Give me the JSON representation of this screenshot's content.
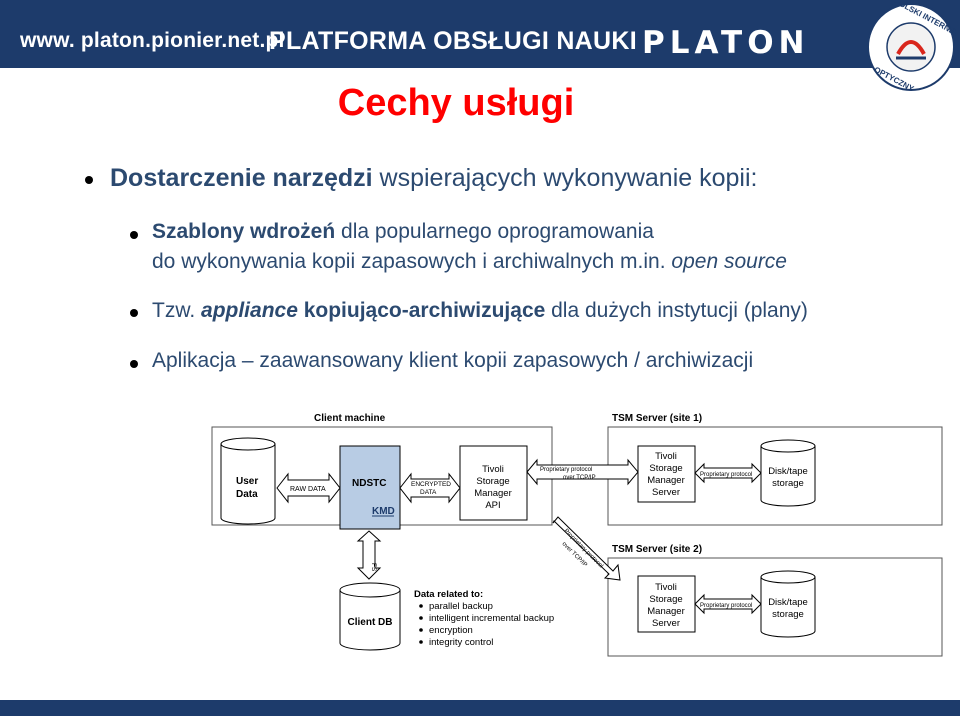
{
  "header": {
    "url": "www. platon.pionier.net.pl",
    "platform": "PLATFORMA OBSŁUGI NAUKI",
    "brand": "PLATON",
    "seal_text": "POLSKI INTERNET OPTYCZNY"
  },
  "title": "Cechy usługi",
  "bullets": {
    "b1": {
      "bold": "Dostarczenie narzędzi",
      "rest": " wspierających wykonywanie kopii:"
    },
    "b2": {
      "bold": "Szablony wdrożeń",
      "rest": " dla popularnego oprogramowania",
      "line2a": "do wykonywania kopii zapasowych i archiwalnych m.in. ",
      "line2b": "open source"
    },
    "b3": {
      "pre": "Tzw. ",
      "italic": "appliance",
      "bold": " kopiująco-archiwizujące",
      "rest": " dla dużych instytucji (plany)"
    },
    "b4": {
      "text": "Aplikacja – zaawansowany klient kopii zapasowych / archiwizacji"
    }
  },
  "diagram": {
    "client_machine": "Client machine",
    "tsm1": "TSM Server (site 1)",
    "tsm2": "TSM Server (site 2)",
    "user_data": [
      "User",
      "Data"
    ],
    "raw_data": "RAW DATA",
    "ndstc": "NDSTC",
    "kmd": "KMD",
    "encrypted": [
      "ENCRYPTED",
      "DATA"
    ],
    "api": [
      "Tivoli",
      "Storage",
      "Manager",
      "API"
    ],
    "prop_tcpip": [
      "Proprietary protocol",
      "over TCP/IP"
    ],
    "server": [
      "Tivoli",
      "Storage",
      "Manager",
      "Server"
    ],
    "prop_protocol": "Proprietary protocol",
    "disk_tape": [
      "Disk/tape",
      "storage"
    ],
    "fs": "FS",
    "client_db": "Client DB",
    "data_related_title": "Data related to:",
    "data_related_items": [
      "parallel backup",
      "intelligent incremental backup",
      "encryption",
      "integrity control"
    ]
  },
  "colors": {
    "header_bg": "#1d3b6b",
    "title": "#ff0000",
    "text": "#2c4a70",
    "ndstc_fill": "#b8cce4"
  }
}
